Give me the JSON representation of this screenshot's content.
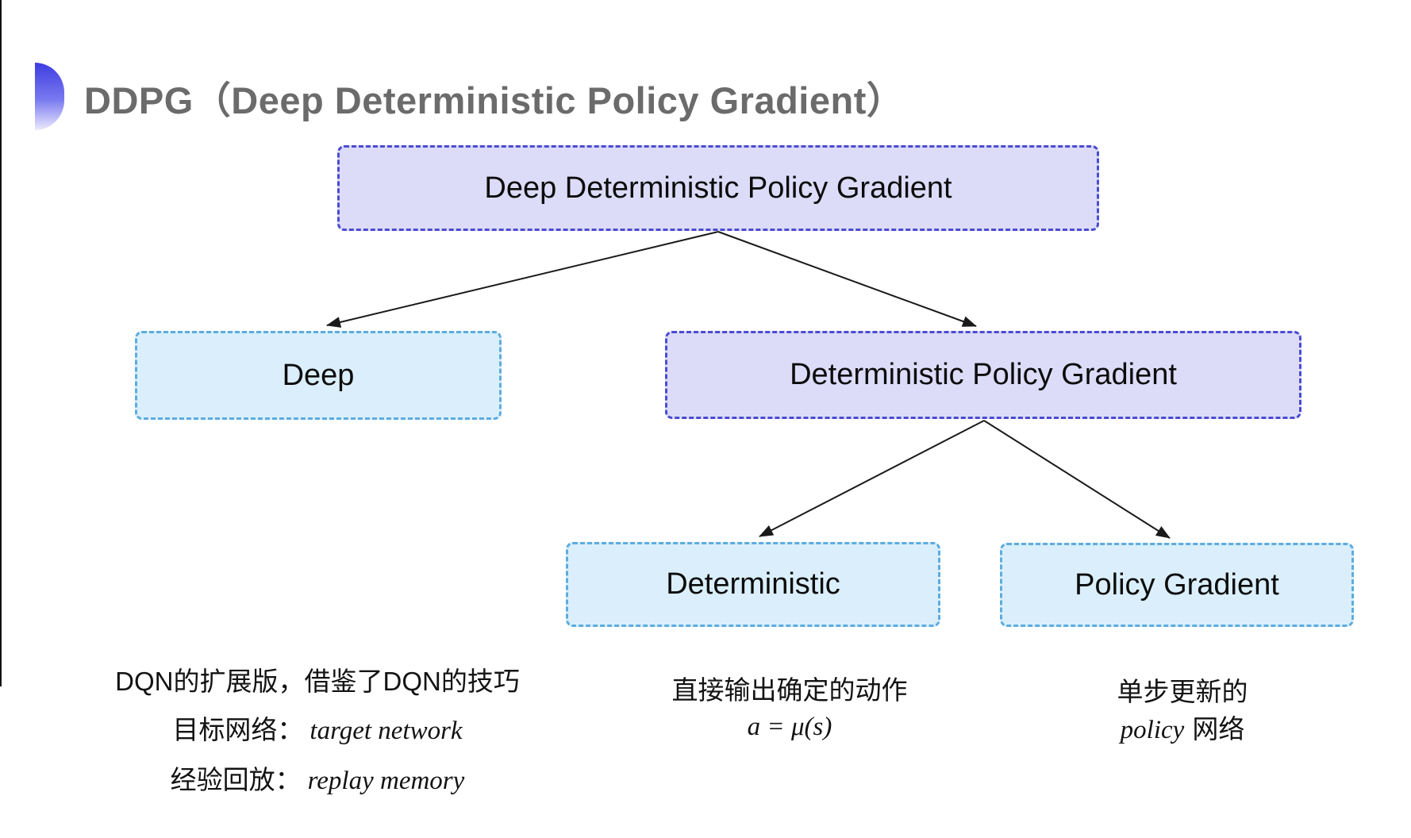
{
  "title": {
    "text": "DDPG（Deep Deterministic Policy Gradient）",
    "text_color": "#6b6b6b",
    "bullet_icon": "half-circle-bullet",
    "bullet_gradient_top": "#3d3de1",
    "bullet_gradient_bottom": "#eceafd"
  },
  "tree": {
    "root": {
      "label": "Deep Deterministic Policy Gradient",
      "style": "purple"
    },
    "level1": [
      {
        "label": "Deep",
        "style": "cyan"
      },
      {
        "label": "Deterministic Policy Gradient",
        "style": "purple"
      }
    ],
    "level2": [
      {
        "label": "Deterministic",
        "style": "cyan"
      },
      {
        "label": "Policy Gradient",
        "style": "cyan"
      }
    ]
  },
  "notes": {
    "deep": {
      "line1": "DQN的扩展版，借鉴了DQN的技巧",
      "line2_label": "目标网络：",
      "line2_term": "target network",
      "line3_label": "经验回放：",
      "line3_term": "replay memory"
    },
    "deterministic": {
      "line1": "直接输出确定的动作",
      "formula": "a = μ(s)"
    },
    "policy_gradient": {
      "line1": "单步更新的",
      "term": "policy",
      "suffix": "网络"
    }
  },
  "colors": {
    "purple_fill": "#dcdcf9",
    "purple_border": "#4b4bd1",
    "cyan_fill": "#daeffb",
    "cyan_border": "#5cacdf",
    "arrow": "#1a1a1a",
    "left_edge_line": "#111111"
  }
}
